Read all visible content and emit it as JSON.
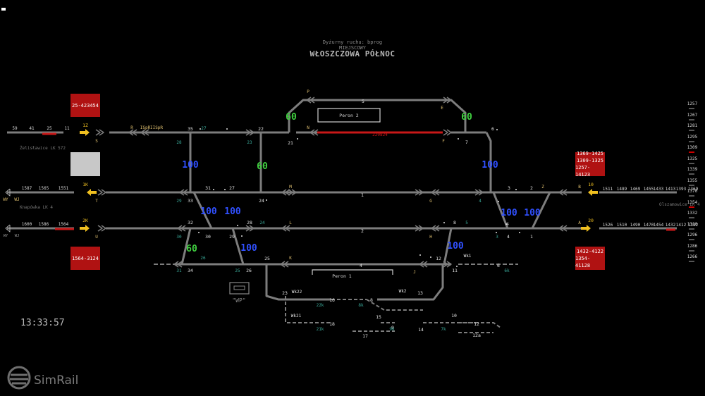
{
  "header": {
    "duty_line": "Dyżurny ruchu: bprog",
    "mode": "MIEJSCOWY",
    "station": "WŁOSZCZOWA PÓŁNOC"
  },
  "clock": "13:33:57",
  "logo_text": "SimRail",
  "platforms": [
    "Peron 2",
    "Peron 1"
  ],
  "train_boxes": {
    "top_left": "25-423454",
    "bottom_left": "1564-3124",
    "top_right": [
      "1369-1425",
      "1309-1325",
      "1257-14123"
    ],
    "bottom_right": [
      "1432-4122",
      "1354-41128"
    ]
  },
  "wp_label": "\"WP\"",
  "occupied_track": "220824",
  "line_labels": {
    "left_1": "Żelisławice LK 572",
    "left_2": "Knapówka LK 4",
    "right_1": "Olszamowice LK 4"
  },
  "left_blocks": {
    "row1": [
      "59",
      "41",
      "25",
      "11"
    ],
    "row2": [
      "1587",
      "1565",
      "1551"
    ],
    "row3": [
      "1600",
      "1586",
      "1564"
    ]
  },
  "right_blocks": {
    "row_top": [
      "1511",
      "1489",
      "1469",
      "1455",
      "1433",
      "1413",
      "1393",
      "1369"
    ],
    "row_bot": [
      "1526",
      "1510",
      "1490",
      "1470",
      "1454",
      "1432",
      "1412",
      "1392"
    ]
  },
  "right_column": [
    "1257",
    "1267",
    "1281",
    "1295",
    "1309",
    "1325",
    "1339",
    "1355",
    "1370",
    "1354",
    "1332",
    "1310",
    "1296",
    "1286",
    "1266"
  ],
  "signals": {
    "left": [
      "1Z",
      "1K",
      "2K"
    ],
    "right": [
      "10",
      "20"
    ],
    "letters": [
      "S",
      "T",
      "U",
      "R",
      "B",
      "A",
      "N",
      "M",
      "L",
      "K",
      "P",
      "E",
      "F",
      "G",
      "H",
      "J",
      "Z",
      "ISpR",
      "IISpR",
      "WJ",
      "WY"
    ]
  },
  "speed_labels": [
    "60",
    "60",
    "60",
    "60",
    "100",
    "100",
    "100",
    "100",
    "100",
    "100",
    "100",
    "100"
  ],
  "track_numbers": [
    "1",
    "2",
    "3",
    "4",
    "5",
    "6",
    "7",
    "8",
    "9",
    "10",
    "11",
    "12",
    "13",
    "14",
    "15",
    "16",
    "17",
    "18",
    "20",
    "21",
    "22",
    "23",
    "24",
    "25",
    "26",
    "27",
    "28",
    "29",
    "30",
    "31",
    "32",
    "33",
    "34",
    "35",
    "12a"
  ],
  "aux_labels": [
    "Wk1",
    "Wk2",
    "Wk21",
    "Wk22",
    "22k",
    "21k",
    "8k",
    "9k",
    "7k",
    "6k"
  ],
  "colors": {
    "track": "#7d7d7d",
    "occupied": "#c81818",
    "signal": "#f0c020",
    "speed_blue": "#3050ff",
    "speed_green": "#40d040",
    "teal": "#3aaa9a",
    "box_red": "#b01212"
  }
}
